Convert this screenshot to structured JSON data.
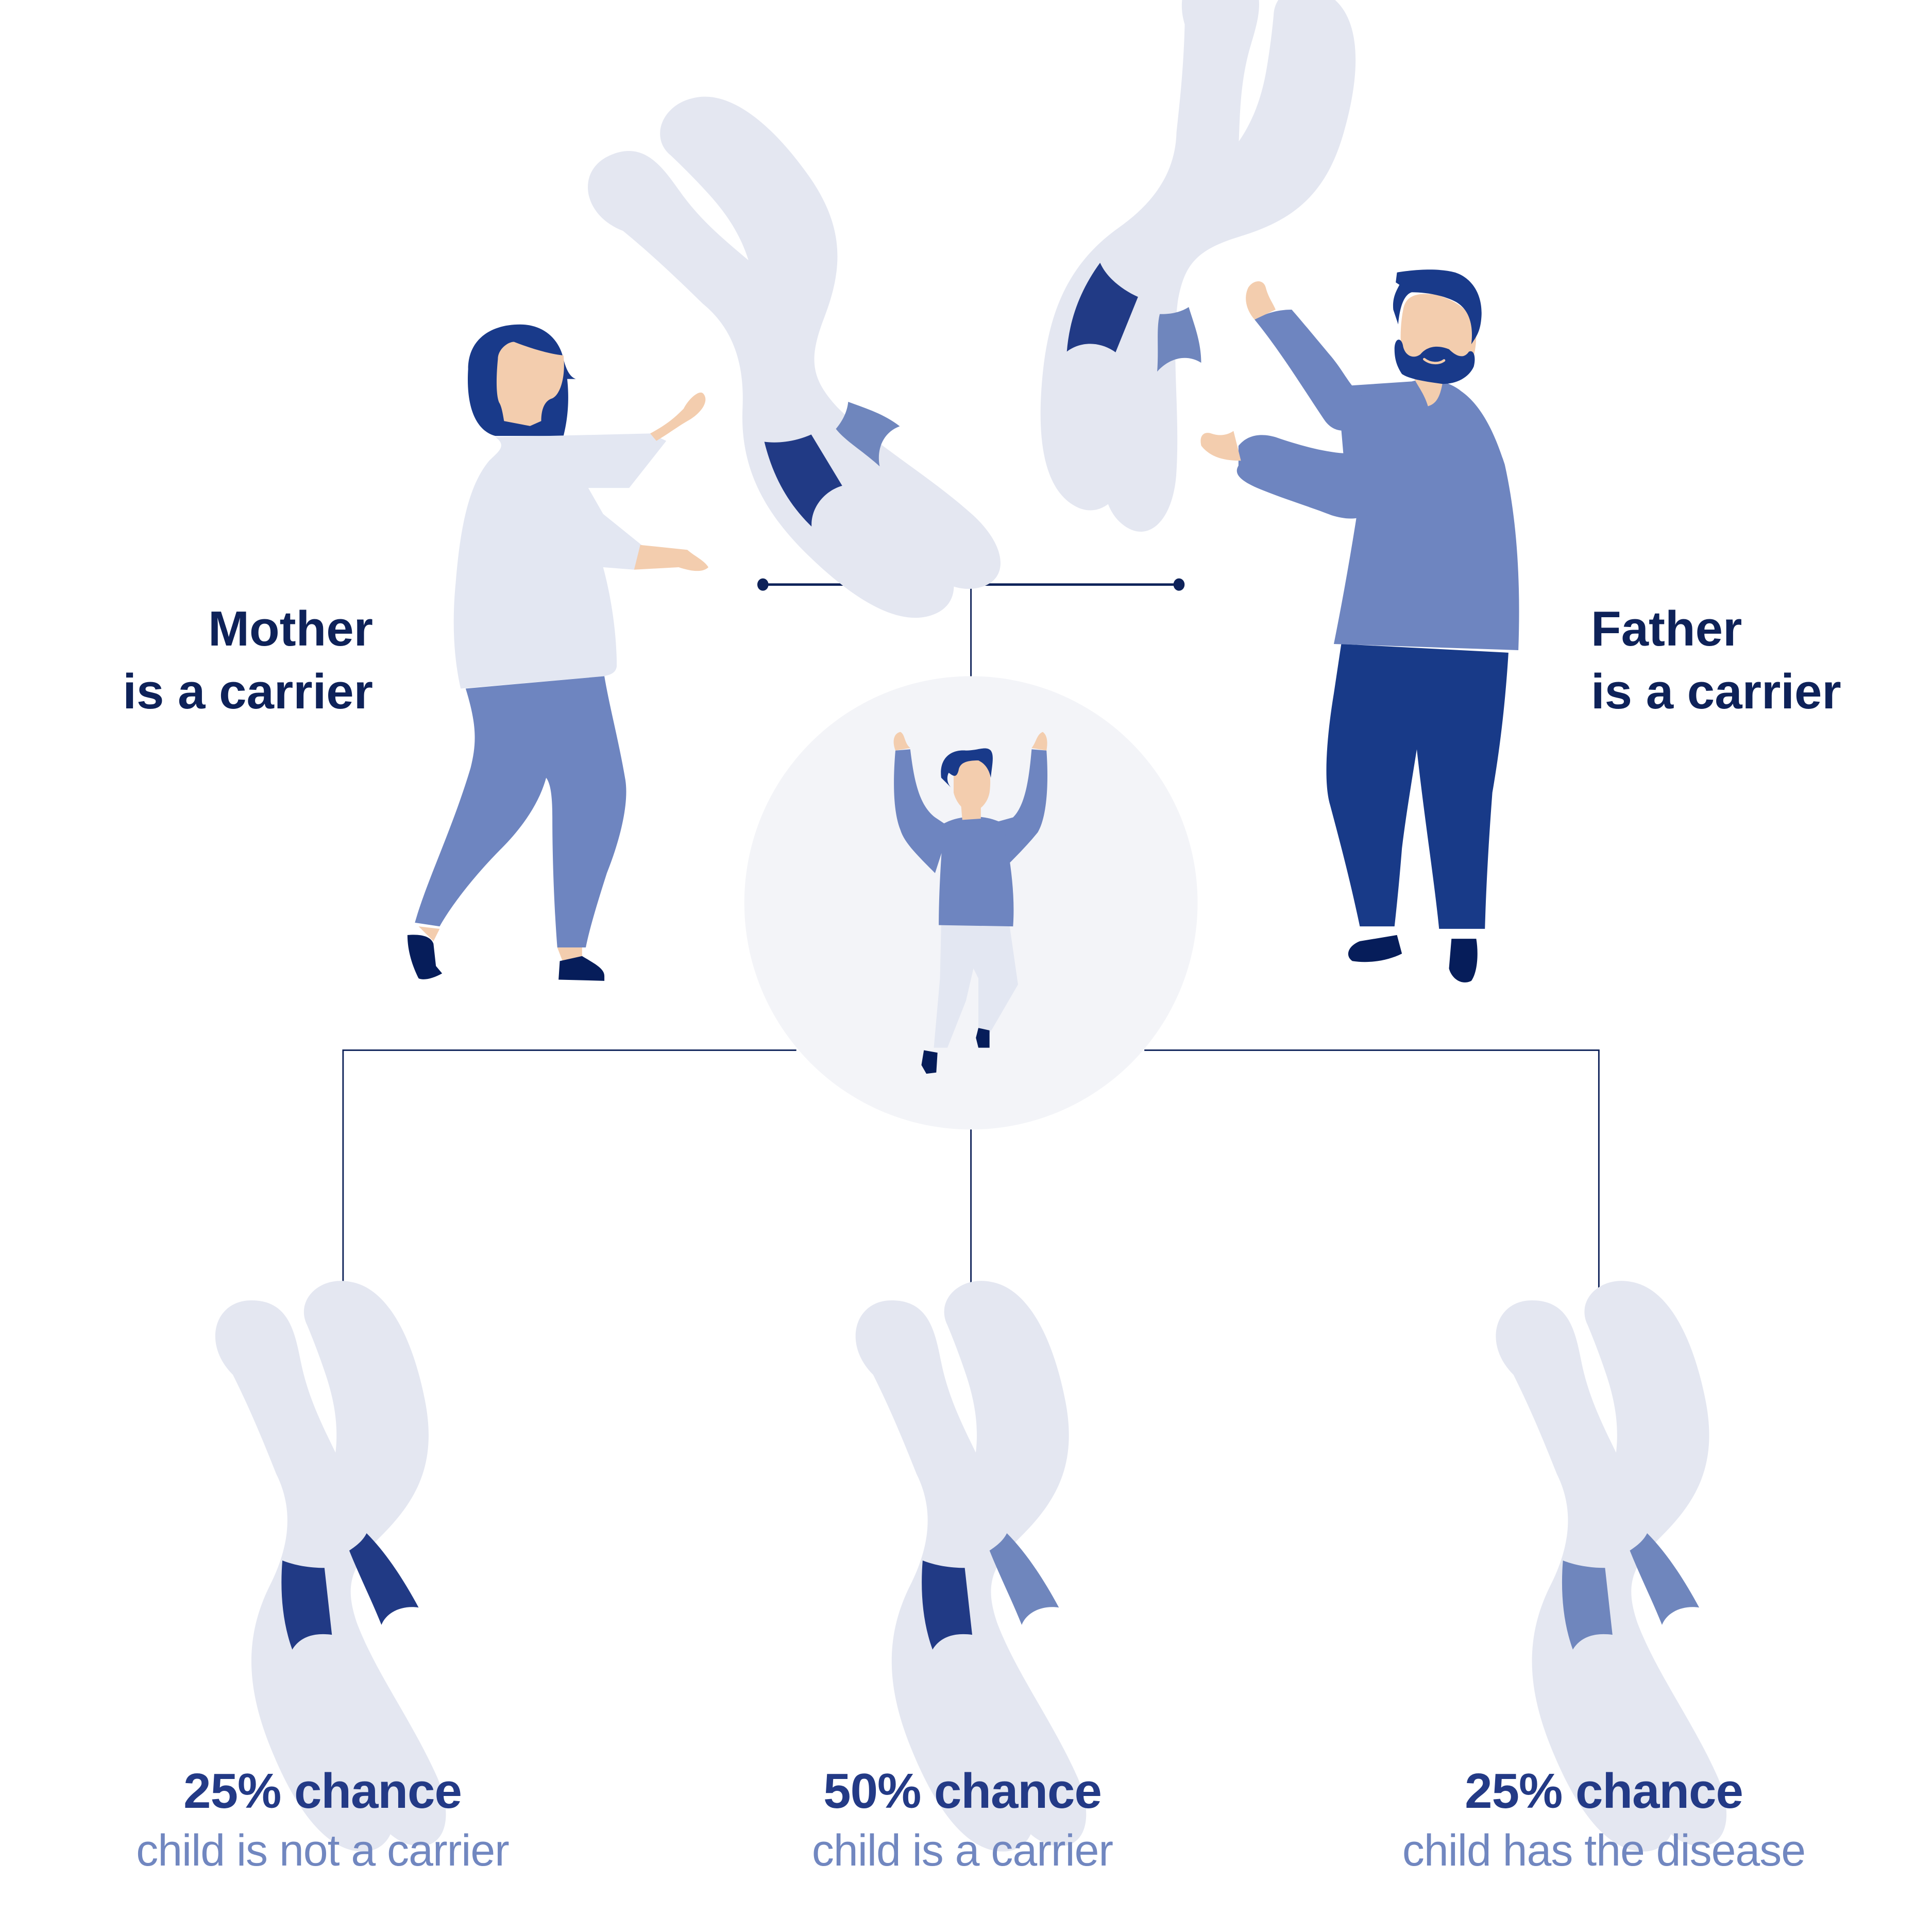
{
  "colors": {
    "background": "#ffffff",
    "label_dark": "#0e2259",
    "headline": "#233a86",
    "subtitle": "#7187c0",
    "connector": "#0e2259",
    "circle_bg": "#f3f4f8",
    "chromosome_base": "#e4e7f1",
    "allele_dark": "#213a85",
    "allele_light": "#6f86bd",
    "skin": "#f3cdae",
    "hair": "#193a8a",
    "shirt_light": "#e3e7f2",
    "shirt_mid": "#6e85c0",
    "pants_dark": "#183a88",
    "shoes": "#061d5a"
  },
  "parents": {
    "mother": {
      "line1": "Mother",
      "line2": "is a carrier",
      "chromosome": [
        "dark",
        "light"
      ]
    },
    "father": {
      "line1": "Father",
      "line2": "is a carrier",
      "chromosome": [
        "dark",
        "light"
      ]
    }
  },
  "child_center": {
    "description": "jumping child in circle"
  },
  "outcomes": [
    {
      "percent": "25% chance",
      "description": "child is not a carrier",
      "chromosome": [
        "dark",
        "dark"
      ]
    },
    {
      "percent": "50% chance",
      "description": "child is a carrier",
      "chromosome": [
        "dark",
        "light"
      ]
    },
    {
      "percent": "25% chance",
      "description": "child has the disease",
      "chromosome": [
        "light",
        "light"
      ]
    }
  ]
}
